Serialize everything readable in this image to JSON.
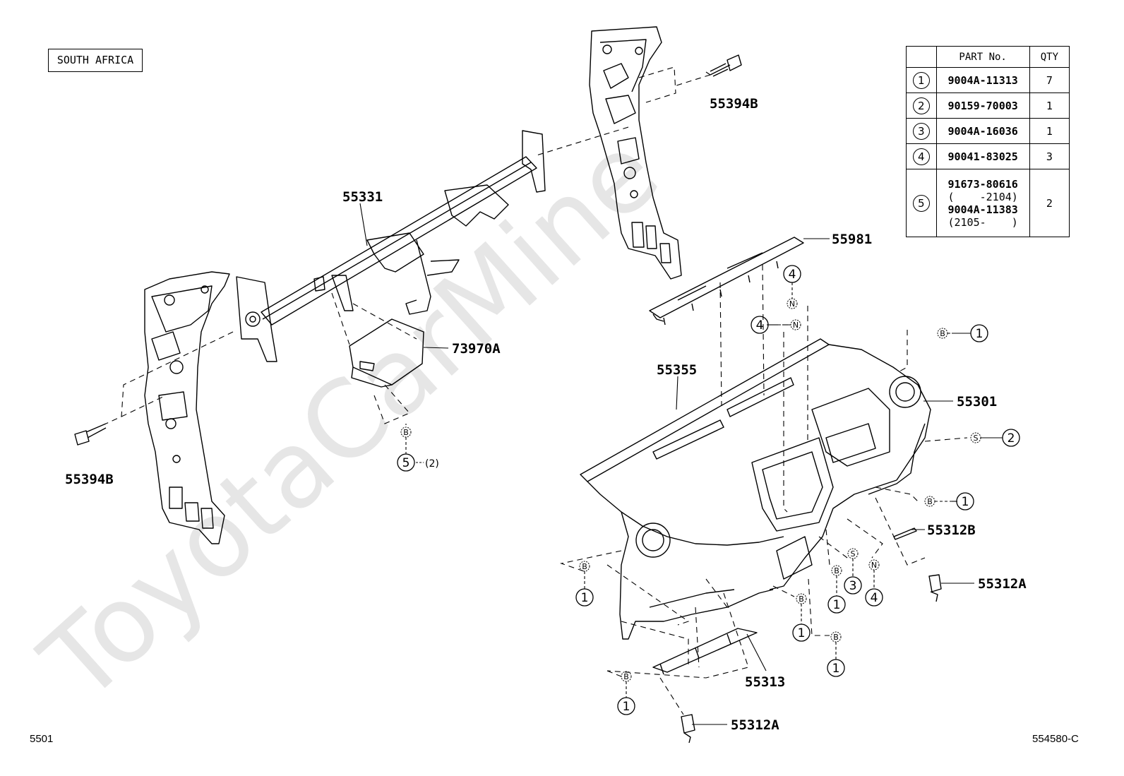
{
  "region_label": "SOUTH AFRICA",
  "page_code_left": "5501",
  "page_code_right": "554580-C",
  "watermark": "ToyotaCarMine",
  "table": {
    "headers": [
      "",
      "PART No.",
      "QTY"
    ],
    "rows": [
      {
        "ref": "1",
        "part_no": "9004A-11313",
        "qty": "7"
      },
      {
        "ref": "2",
        "part_no": "90159-70003",
        "qty": "1"
      },
      {
        "ref": "3",
        "part_no": "9004A-16036",
        "qty": "1"
      },
      {
        "ref": "4",
        "part_no": "90041-83025",
        "qty": "3"
      },
      {
        "ref": "5",
        "part_no": "91673-80616",
        "range_1": "(    -2104)",
        "part_no_2": "9004A-11383",
        "range_2": "(2105-    )",
        "qty": "2"
      }
    ]
  },
  "part_labels": {
    "p55394B_top": "55394B",
    "p55331": "55331",
    "p55981": "55981",
    "p73970A": "73970A",
    "p55355": "55355",
    "p55301": "55301",
    "p55394B_left": "55394B",
    "p55312B": "55312B",
    "p55312A_right": "55312A",
    "p55313": "55313",
    "p55312A_bottom": "55312A"
  },
  "callouts": {
    "c5_qty": "(2)",
    "n1": "1",
    "n2": "2",
    "n3": "3",
    "n4": "4",
    "n5": "5",
    "B": "B",
    "S": "S",
    "N": "N"
  }
}
